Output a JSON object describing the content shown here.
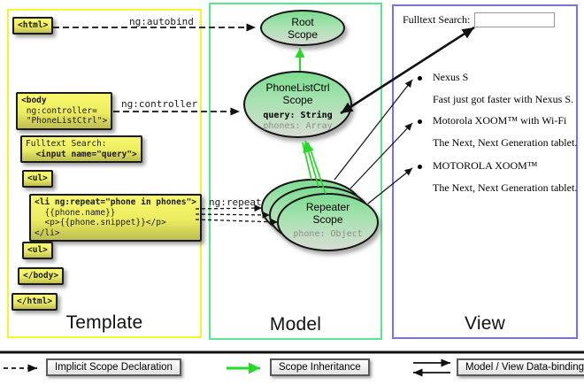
{
  "template": {
    "column_label": "Template",
    "html_open": "<html>",
    "body_open_l1": "<body",
    "body_open_l2": " ng:controller=",
    "body_open_l3": " \"PhoneListCtrl\">",
    "search_l1": "Fulltext Search:",
    "search_l2": "  <input name=\"query\">",
    "ul_open": "<ul>",
    "li_l1": "<li ng:repeat=\"phone in phones\">",
    "li_l2": "  {{phone.name}}",
    "li_l3": "  <p>{{phone.snippet}}</p>",
    "li_l4": "</li>",
    "ul_close": "<ul>",
    "body_close": "</body>",
    "html_close": "</html>"
  },
  "model": {
    "column_label": "Model",
    "root_scope": {
      "name_l1": "Root",
      "name_l2": "Scope"
    },
    "phonelist_scope": {
      "name_l1": "PhoneListCtrl",
      "name_l2": "Scope",
      "prop_query": "query: String",
      "prop_phones": "phones: Array"
    },
    "repeater_scope": {
      "name_l1": "Repeater",
      "name_l2": "Scope",
      "prop_phone": "phone: Object"
    }
  },
  "view": {
    "column_label": "View",
    "search_label": "Fulltext Search:",
    "search_value": "",
    "items": [
      {
        "title": "Nexus S",
        "snippet": "Fast just got faster with Nexus S."
      },
      {
        "title": "Motorola XOOM™  with Wi-Fi",
        "snippet": "The Next, Next Generation tablet."
      },
      {
        "title": "MOTOROLA XOOM™",
        "snippet": "The Next, Next Generation tablet."
      }
    ]
  },
  "arrow_labels": {
    "ng_autobind": "ng:autobind",
    "ng_controller": "ng:controller",
    "ng_repeat": "ng:repeat"
  },
  "legend": {
    "implicit_scope": "Implicit Scope Declaration",
    "scope_inheritance": "Scope Inheritance",
    "data_binding": "Model / View Data-binding"
  },
  "colors": {
    "template_border": "#f7f32c",
    "model_border": "#55e88e",
    "view_border": "#7472f2",
    "code_box_fill": "#f4f463",
    "scope_fill": "#8ce09d",
    "inheritance_green": "#26d926"
  }
}
